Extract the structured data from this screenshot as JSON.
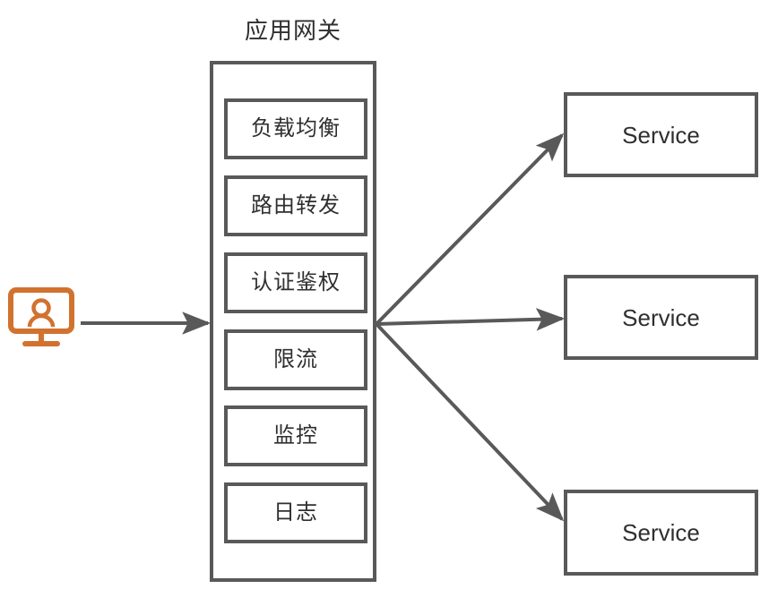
{
  "diagram": {
    "type": "architecture-flow",
    "background_color": "#ffffff",
    "stroke_color": "#595959",
    "text_color": "#2f2f2f",
    "accent_color": "#d2722f",
    "client": {
      "icon": "user-monitor-icon",
      "label": ""
    },
    "gateway": {
      "title": "应用网关",
      "features": [
        {
          "label": "负载均衡"
        },
        {
          "label": "路由转发"
        },
        {
          "label": "认证鉴权"
        },
        {
          "label": "限流"
        },
        {
          "label": "监控"
        },
        {
          "label": "日志"
        }
      ]
    },
    "services": [
      {
        "label": "Service"
      },
      {
        "label": "Service"
      },
      {
        "label": "Service"
      }
    ],
    "connections": [
      {
        "from": "client",
        "to": "gateway",
        "style": "arrow"
      },
      {
        "from": "gateway",
        "to": "service-1",
        "style": "arrow"
      },
      {
        "from": "gateway",
        "to": "service-2",
        "style": "arrow"
      },
      {
        "from": "gateway",
        "to": "service-3",
        "style": "arrow"
      }
    ]
  }
}
